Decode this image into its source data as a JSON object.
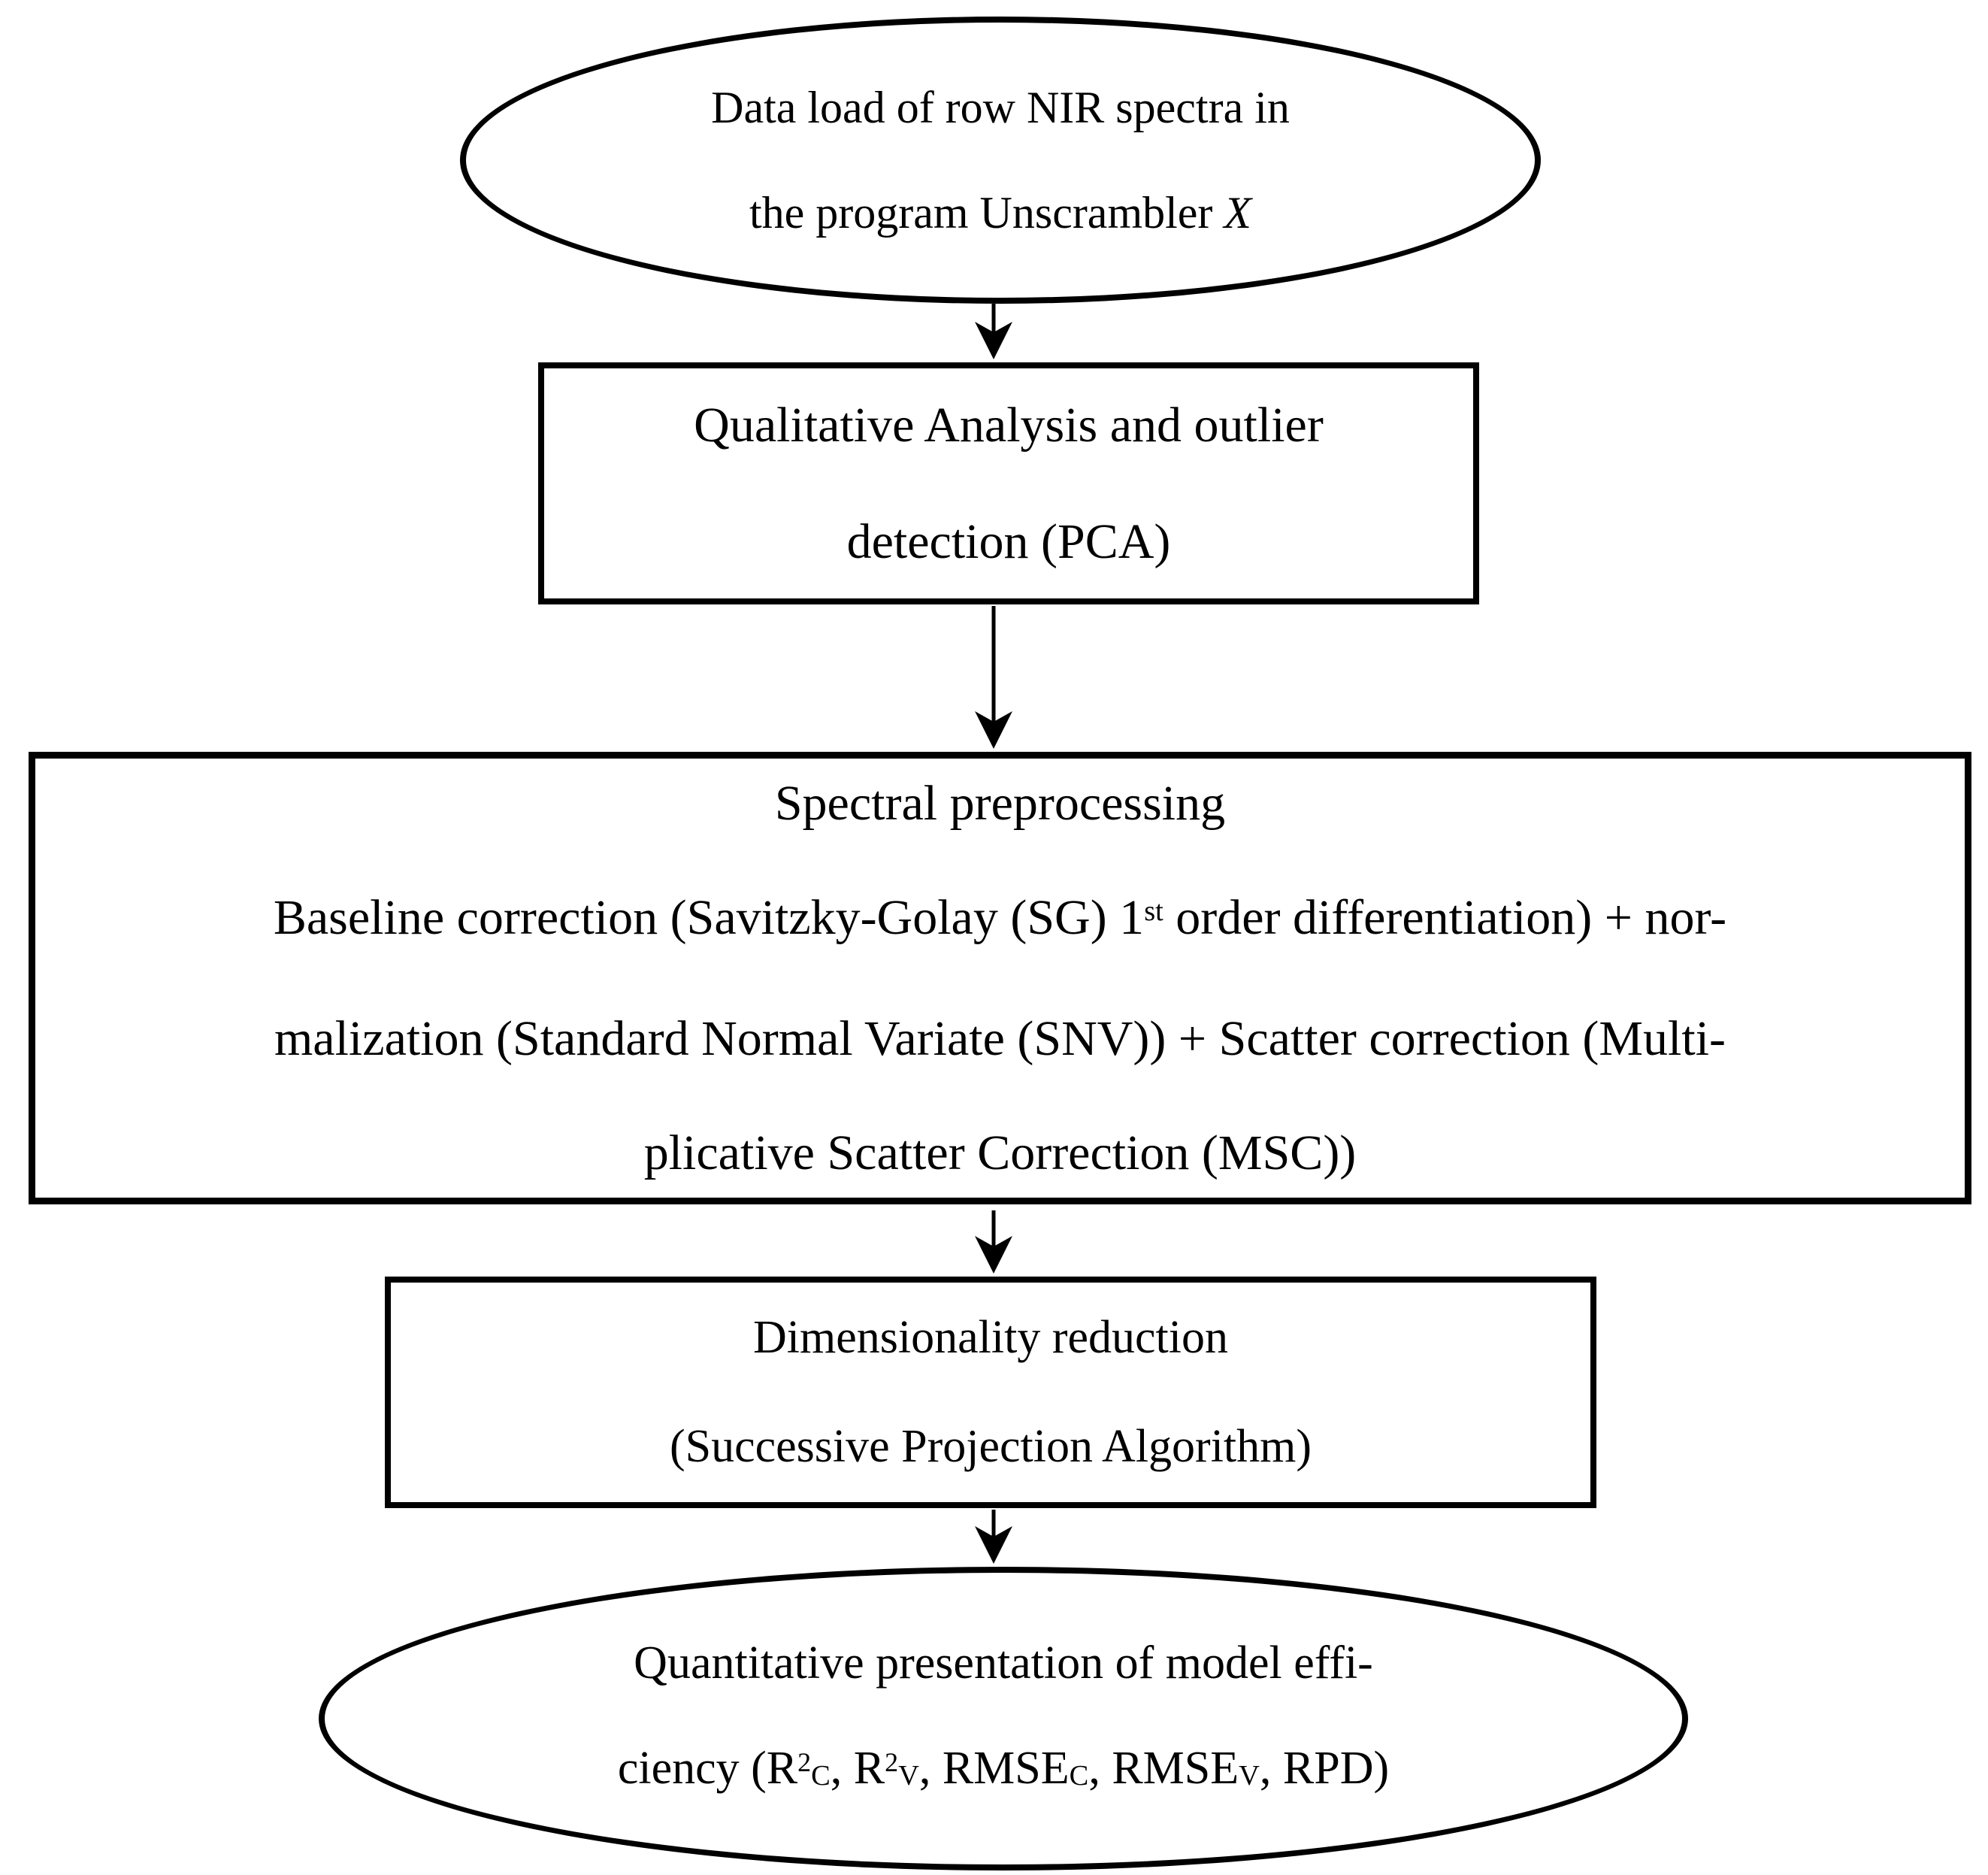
{
  "page": {
    "background": "#ffffff"
  },
  "diagram": {
    "type": "flowchart",
    "direction": "top-down",
    "colors": {
      "node_border": "#000000",
      "node_fill": "#ffffff",
      "text": "#000000",
      "arrow": "#000000"
    },
    "nodes": [
      {
        "id": "data-load",
        "shape": "ellipse",
        "lines": [
          "Data load of row NIR spectra in",
          [
            {
              "t": "the program Unscrambler "
            },
            {
              "t": "X",
              "s": "italic"
            }
          ]
        ]
      },
      {
        "id": "qualitative-analysis",
        "shape": "rect",
        "lines": [
          "Qualitative Analysis and outlier",
          "detection (PCA)"
        ]
      },
      {
        "id": "spectral-preprocessing",
        "shape": "rect",
        "lines": [
          "Spectral preprocessing",
          [
            {
              "t": "Baseline correction (Savitzky-Golay (SG) 1"
            },
            {
              "t": "st",
              "s": "sup"
            },
            {
              "t": " order differentiation) + nor-"
            }
          ],
          "malization (Standard Normal Variate (SNV)) + Scatter correction (Multi-",
          "plicative Scatter Correction (MSC))"
        ]
      },
      {
        "id": "dimensionality-reduction",
        "shape": "rect",
        "lines": [
          "Dimensionality reduction",
          "(Successive Projection Algorithm)"
        ]
      },
      {
        "id": "quantitative-presentation",
        "shape": "ellipse",
        "lines": [
          "Quantitative presentation of model effi-",
          [
            {
              "t": "ciency (R"
            },
            {
              "t": "2",
              "s": "sup"
            },
            {
              "t": "C",
              "s": "sub"
            },
            {
              "t": ", R"
            },
            {
              "t": "2",
              "s": "sup"
            },
            {
              "t": "V",
              "s": "sub"
            },
            {
              "t": ", RMSE"
            },
            {
              "t": "C",
              "s": "sub"
            },
            {
              "t": ", RMSE"
            },
            {
              "t": "V",
              "s": "sub"
            },
            {
              "t": ", RPD)"
            }
          ]
        ]
      }
    ],
    "edges": [
      {
        "from": "data-load",
        "to": "qualitative-analysis"
      },
      {
        "from": "qualitative-analysis",
        "to": "spectral-preprocessing"
      },
      {
        "from": "spectral-preprocessing",
        "to": "dimensionality-reduction"
      },
      {
        "from": "dimensionality-reduction",
        "to": "quantitative-presentation"
      }
    ]
  }
}
